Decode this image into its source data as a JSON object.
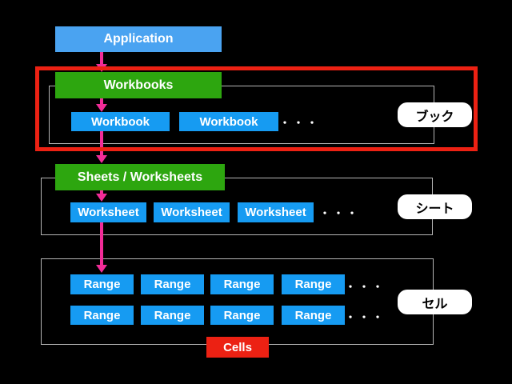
{
  "diagram": {
    "application_label": "Application",
    "sections": [
      {
        "id": "book",
        "collection_label": "Workbooks",
        "items": [
          "Workbook",
          "Workbook"
        ],
        "ellipsis": "・・・",
        "side_label": "ブック",
        "highlighted": true
      },
      {
        "id": "sheet",
        "collection_label": "Sheets / Worksheets",
        "items": [
          "Worksheet",
          "Worksheet",
          "Worksheet"
        ],
        "ellipsis": "・・・",
        "side_label": "シート"
      },
      {
        "id": "cell",
        "rows": [
          [
            "Range",
            "Range",
            "Range",
            "Range"
          ],
          [
            "Range",
            "Range",
            "Range",
            "Range"
          ]
        ],
        "ellipsis": "・・・",
        "side_label": "セル",
        "footer_label": "Cells"
      }
    ]
  },
  "colors": {
    "background": "#000000",
    "parent_box_blue": "#4AA3F1",
    "child_box_blue": "#169BF2",
    "collection_green": "#2DA60F",
    "arrow_magenta": "#F22C98",
    "highlight_red": "#EC2113",
    "container_gray": "#B4B4B4",
    "side_label_bg": "#FFFFFF",
    "side_label_text": "#000000"
  }
}
